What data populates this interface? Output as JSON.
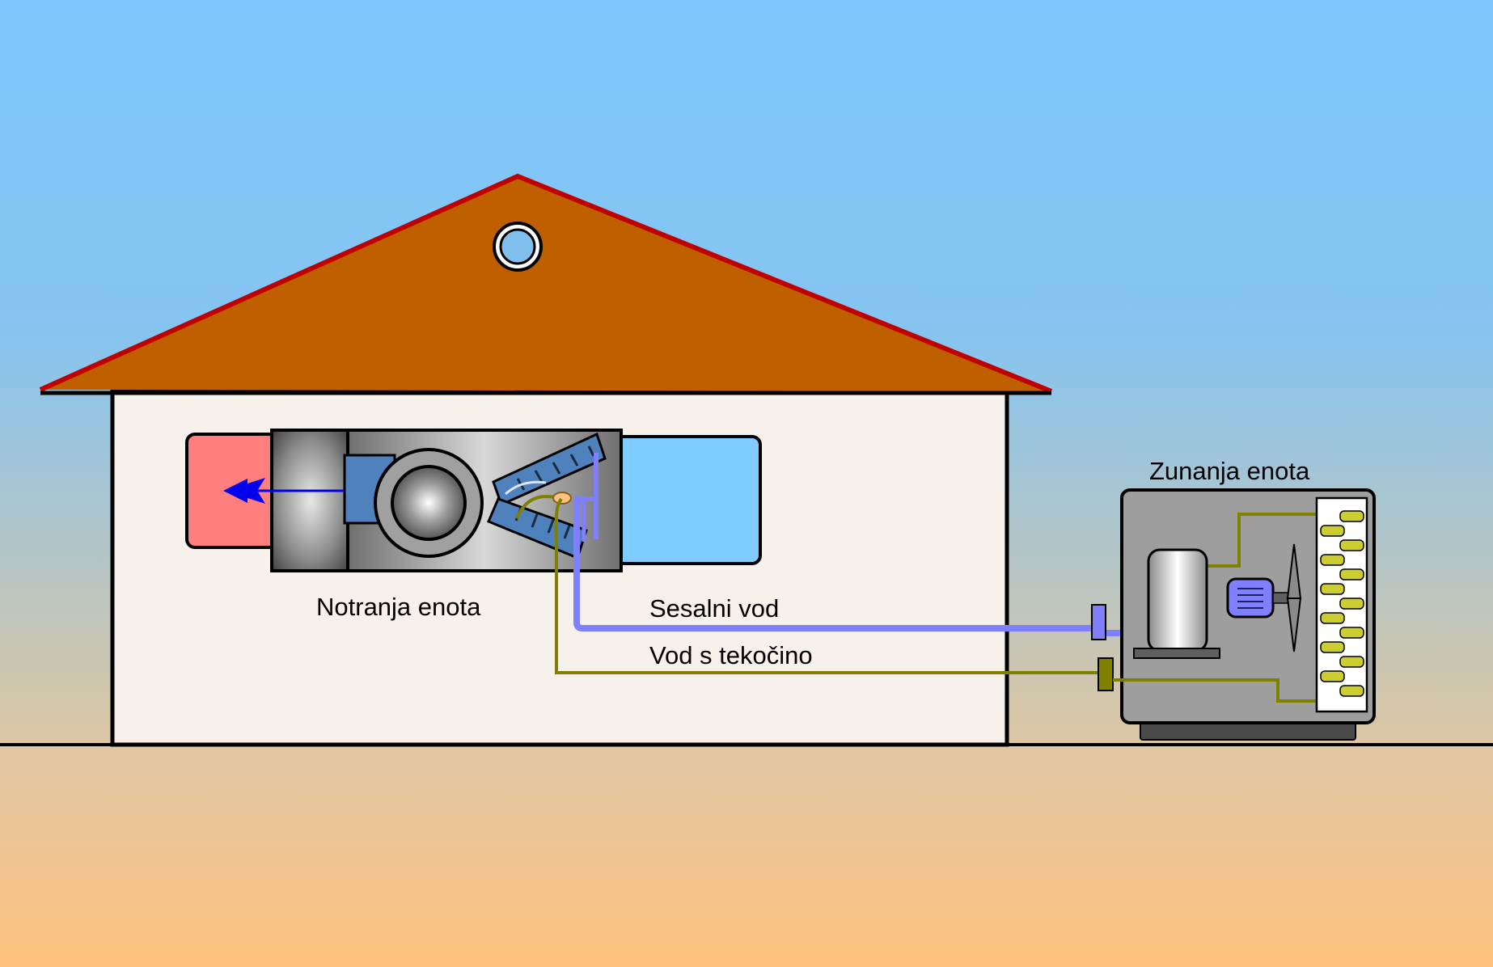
{
  "labels": {
    "indoor_unit": "Notranja enota",
    "outdoor_unit": "Zunanja enota",
    "suction_line": "Sesalni vod",
    "liquid_line": "Vod s tekočino"
  },
  "colors": {
    "sky_top": "#7ec8ff",
    "sky_bottom": "#d6c6a6",
    "ground_top": "#e2c6a4",
    "ground_bottom": "#ffc27e",
    "house_wall": "#f7f1ec",
    "roof": "#bf5f00",
    "roof_edge": "#c00000",
    "warm_duct": "#ff7f7f",
    "return_duct": "#80cbff",
    "suction_line": "#7f7fff",
    "liquid_line": "#808000",
    "coil": "#4f81bd",
    "condenser_fins": "#cccc33",
    "unit_casing": "#9e9e9e",
    "airflow_arrow": "#0000ee"
  },
  "icons": [
    "fan-icon",
    "evaporator-coil-icon",
    "compressor-icon",
    "motor-icon",
    "propeller-icon",
    "condenser-coil-icon",
    "attic-vent-icon",
    "airflow-arrow-icon",
    "service-valve-icon"
  ]
}
